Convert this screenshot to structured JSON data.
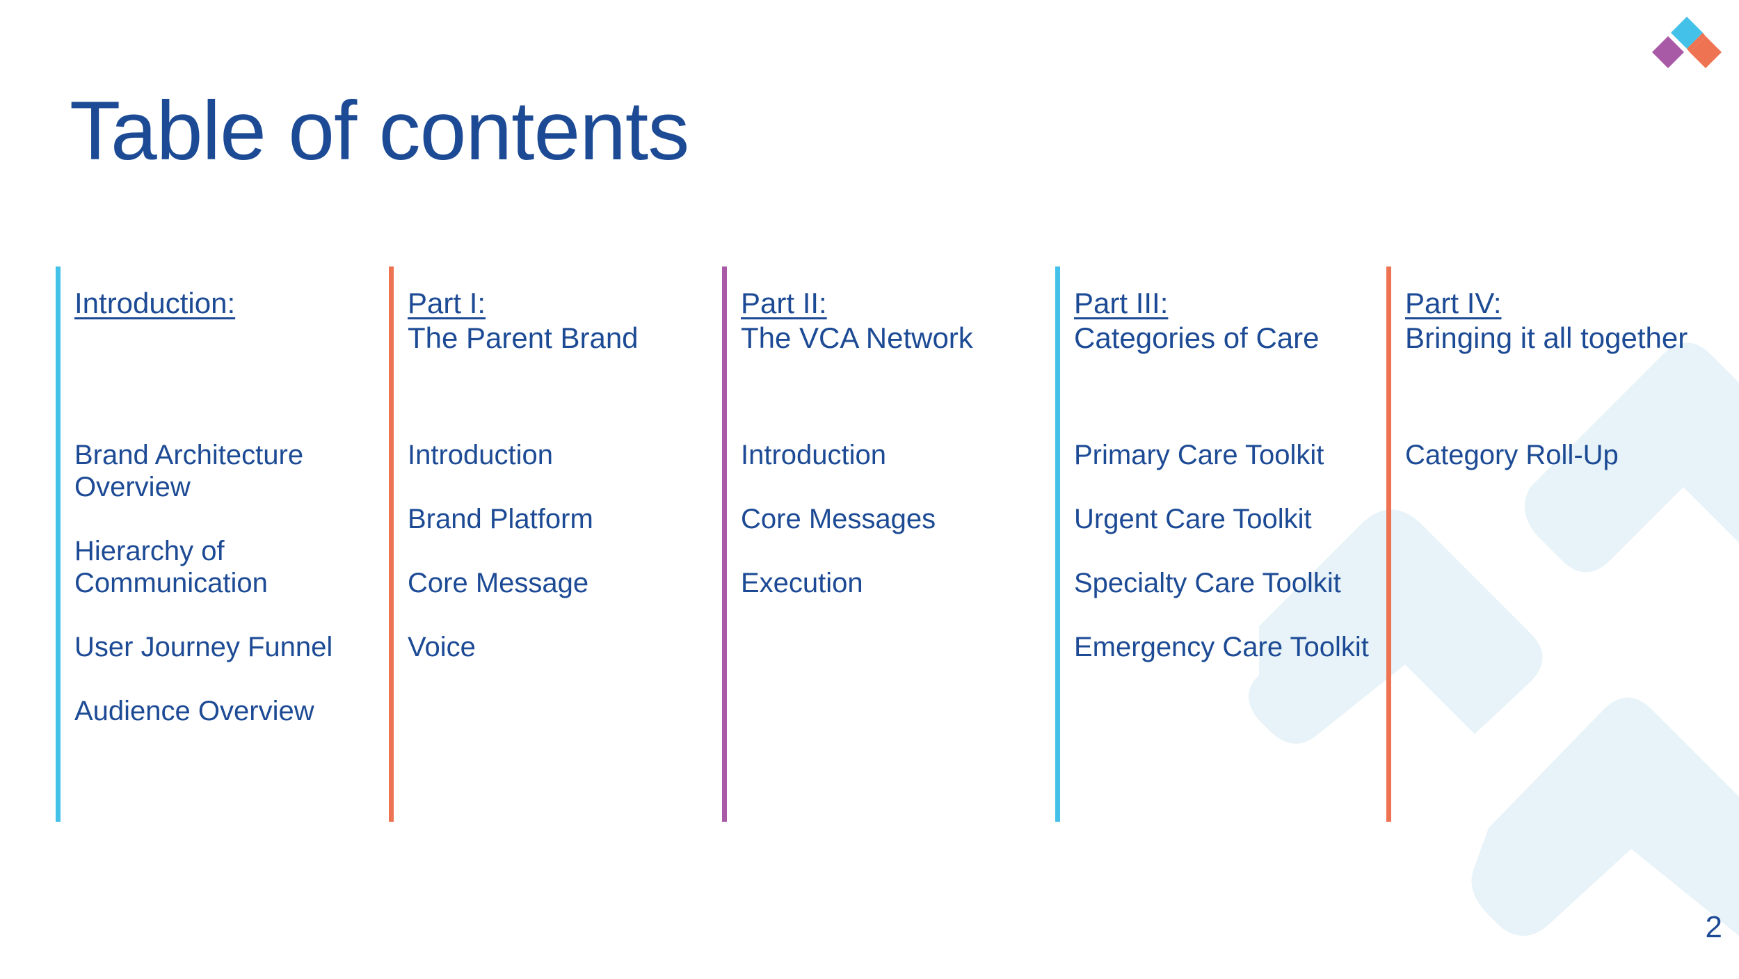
{
  "page": {
    "title": "Table of contents",
    "page_number": "2"
  },
  "colors": {
    "title": "#1c4a94",
    "cyan": "#44c1e8",
    "orange": "#ee7352",
    "purple": "#a95aa6",
    "watermark": "#e7f3f8"
  },
  "logo": {
    "icon": "diamond-logo-icon"
  },
  "columns": [
    {
      "part": "Introduction:",
      "subtitle": "",
      "color": "#44c1e8",
      "items": [
        "Brand Architecture\nOverview",
        "Hierarchy of\nCommunication",
        "User Journey Funnel",
        "Audience Overview"
      ]
    },
    {
      "part": "Part I:",
      "subtitle": "The Parent Brand",
      "color": "#ee7352",
      "items": [
        "Introduction",
        "Brand Platform",
        "Core Message",
        "Voice"
      ]
    },
    {
      "part": "Part II:",
      "subtitle": "The VCA Network",
      "color": "#a95aa6",
      "items": [
        "Introduction",
        "Core Messages",
        "Execution"
      ]
    },
    {
      "part": "Part III:",
      "subtitle": "Categories of Care",
      "color": "#44c1e8",
      "items": [
        "Primary Care Toolkit",
        "Urgent Care Toolkit",
        "Specialty Care Toolkit",
        "Emergency Care Toolkit"
      ]
    },
    {
      "part": "Part IV:",
      "subtitle": "Bringing it all together",
      "color": "#ee7352",
      "items": [
        "Category Roll-Up"
      ]
    }
  ]
}
